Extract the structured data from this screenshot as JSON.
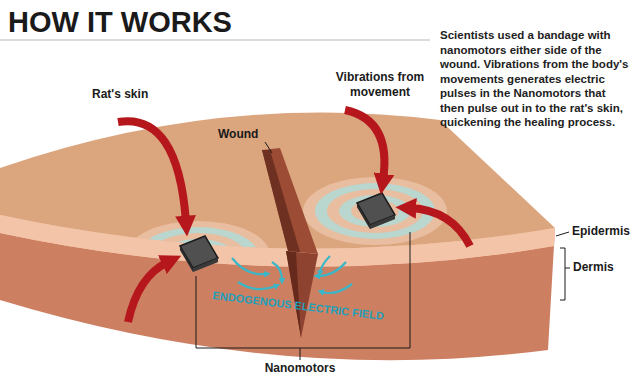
{
  "diagram": {
    "title": "HOW IT WORKS",
    "caption": "Scientists used a bandage with nanomotors either side of the wound. Vibrations from the body's movements generates electric pulses in the Nanomotors that then pulse out in to the rat's skin, quickening the healing process.",
    "labels": [
      "Rat's skin",
      "Vibrations from movement",
      "Wound",
      "Epidermis",
      "Dermis",
      "ENDOGENOUS ELECTRIC FIELD",
      "Nanomotors"
    ]
  }
}
